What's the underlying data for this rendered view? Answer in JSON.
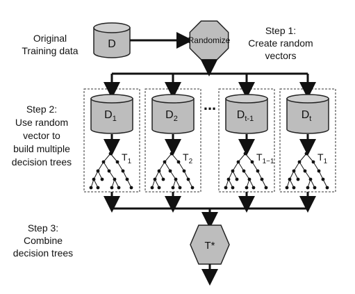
{
  "labels": {
    "original_line1": "Original",
    "original_line2": "Training data",
    "step1_line1": "Step 1:",
    "step1_line2": "Create random",
    "step1_line3": "vectors",
    "step2_line1": "Step 2:",
    "step2_line2": "Use random",
    "step2_line3": "vector to",
    "step2_line4": "build multiple",
    "step2_line5": "decision trees",
    "step3_line1": "Step 3:",
    "step3_line2": "Combine",
    "step3_line3": "decision trees"
  },
  "nodes": {
    "dataset": "D",
    "randomize": "Randomize",
    "combined": "T*"
  },
  "ellipsis": "...",
  "subsets": [
    {
      "base": "D",
      "sub": "1",
      "tree_base": "T",
      "tree_sub": "1"
    },
    {
      "base": "D",
      "sub": "2",
      "tree_base": "T",
      "tree_sub": "2"
    },
    {
      "base": "D",
      "sub": "t-1",
      "tree_base": "T",
      "tree_sub": "1−1"
    },
    {
      "base": "D",
      "sub": "t",
      "tree_base": "T",
      "tree_sub": "1"
    }
  ],
  "colors": {
    "fill": "#bdbdbd",
    "stroke": "#222222",
    "line": "#111111"
  }
}
